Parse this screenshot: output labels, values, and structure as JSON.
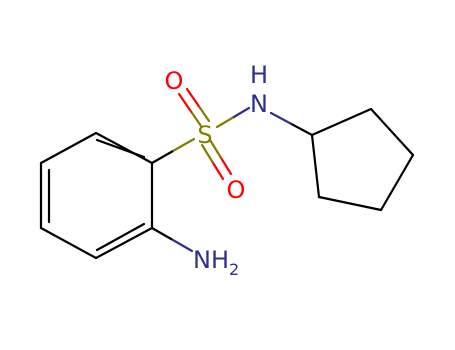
{
  "molecule": {
    "atoms": {
      "sulfur": "S",
      "oxygen_top": "O",
      "oxygen_bottom": "O",
      "amide_n": "N",
      "amide_h": "H",
      "amine_n": "NH",
      "amine_sub": "2"
    }
  },
  "colors": {
    "bond": "#000000",
    "sulfur": "#808000",
    "oxygen": "#ff0000",
    "nitrogen": "#2f2f8f"
  }
}
